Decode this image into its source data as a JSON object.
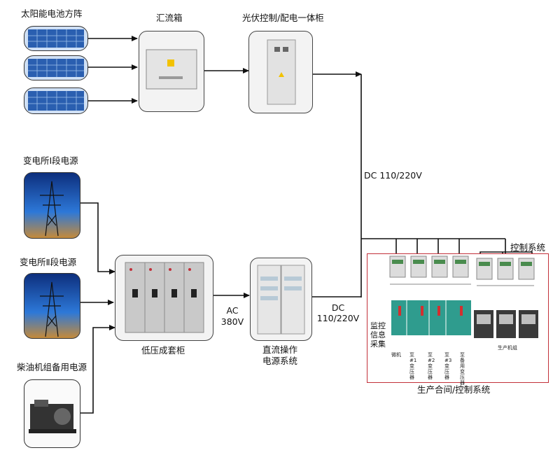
{
  "sources": {
    "solar_array": "太阳能电池方阵",
    "substation_1": "变电所Ⅰ段电源",
    "substation_2": "变电所Ⅱ段电源",
    "diesel": "柴油机组备用电源"
  },
  "devices": {
    "combiner_box": "汇流箱",
    "pv_cabinet": "光伏控制/配电一体柜",
    "lv_switchgear": "低压成套柜",
    "dc_system_line1": "直流操作",
    "dc_system_line2": "电源系统"
  },
  "links": {
    "dc_bus": "DC 110/220V",
    "ac_line1": "AC",
    "ac_line2": "380V",
    "dc_line1": "DC",
    "dc_line2": "110/220V"
  },
  "plant": {
    "control_system": "控制系统",
    "monitor_line1": "监控",
    "monitor_line2": "信息",
    "monitor_line3": "采集",
    "title": "生产合间/控制系统",
    "gen_label": "生产机组",
    "col_labels": [
      "微机",
      "至#1变压器",
      "至#2变压器",
      "至#3变压器",
      "至备用变压器"
    ]
  },
  "colors": {
    "line": "#111111",
    "plant_border": "#c2303a",
    "sky": "#1d4fb3",
    "panel_teal": "#2f9c8e"
  }
}
